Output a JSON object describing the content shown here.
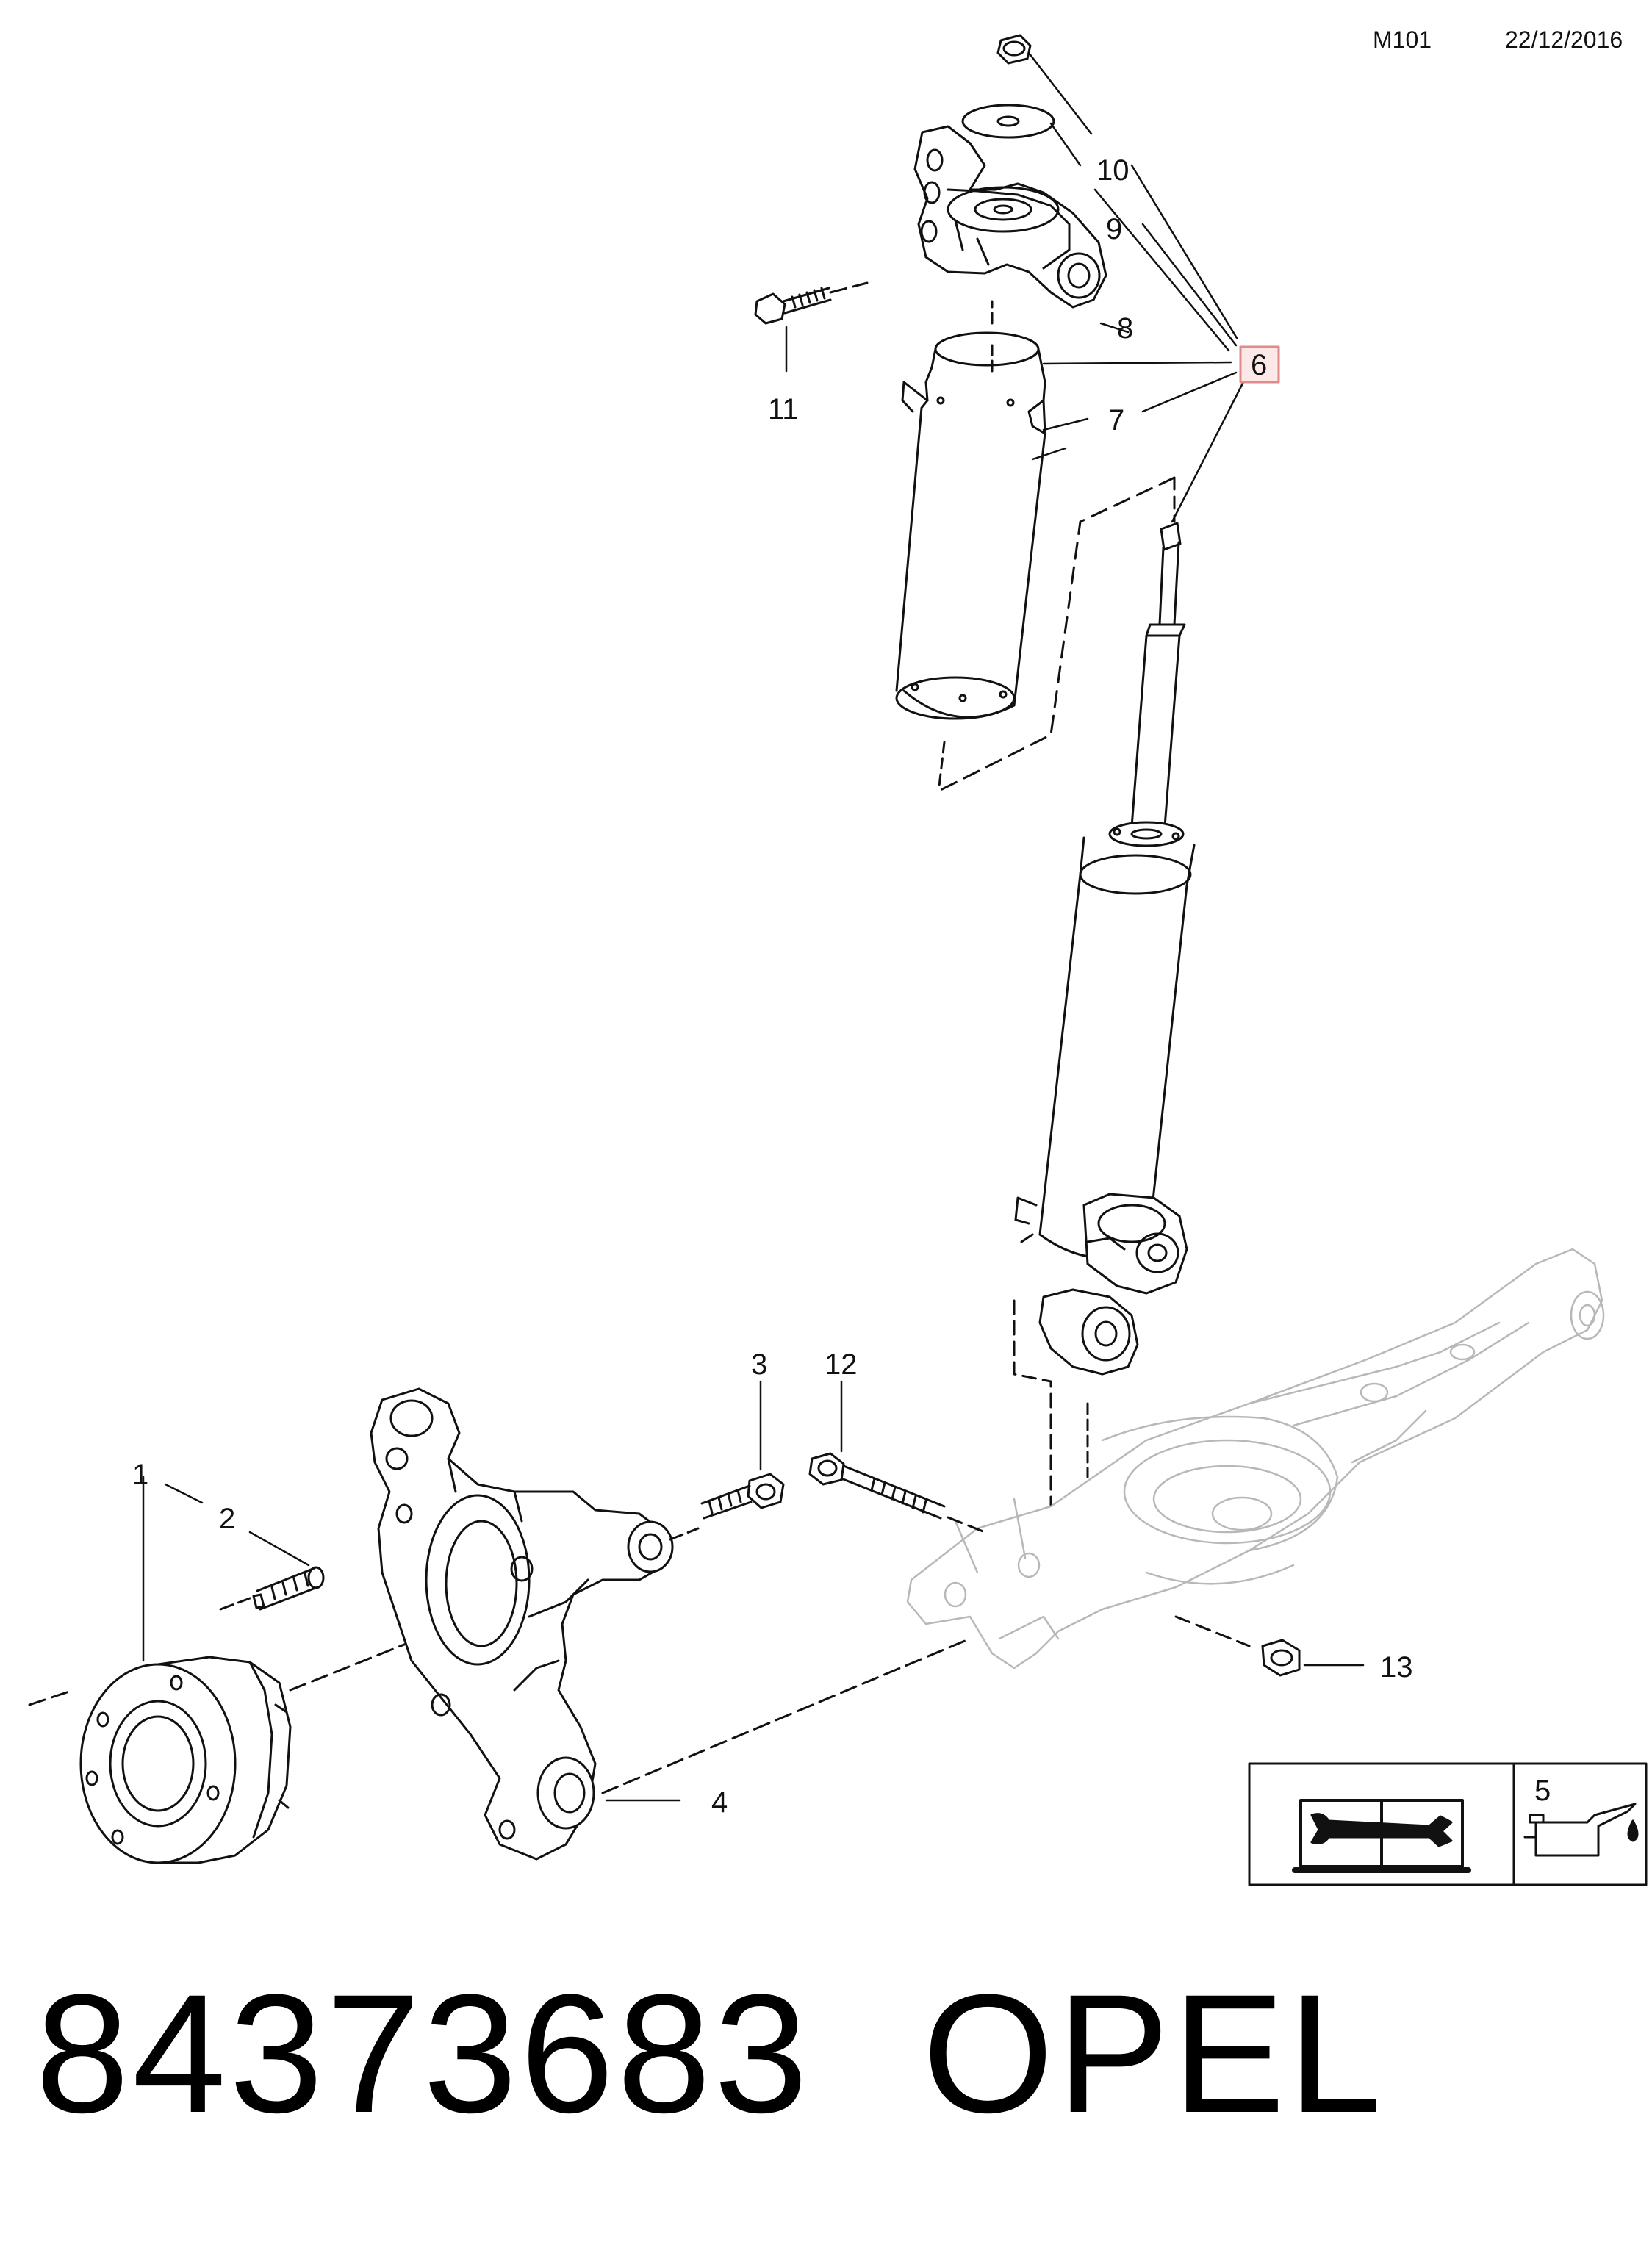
{
  "header": {
    "page_code": "M101",
    "date": "22/12/2016"
  },
  "callouts": [
    {
      "id": "c1",
      "label": "1"
    },
    {
      "id": "c2",
      "label": "2"
    },
    {
      "id": "c3",
      "label": "3"
    },
    {
      "id": "c4",
      "label": "4"
    },
    {
      "id": "c5",
      "label": "5"
    },
    {
      "id": "c6",
      "label": "6",
      "highlighted": true,
      "highlight_color": "#e08a8a"
    },
    {
      "id": "c7",
      "label": "7"
    },
    {
      "id": "c8",
      "label": "8"
    },
    {
      "id": "c9",
      "label": "9"
    },
    {
      "id": "c10",
      "label": "10"
    },
    {
      "id": "c11",
      "label": "11"
    },
    {
      "id": "c12",
      "label": "12"
    },
    {
      "id": "c13",
      "label": "13"
    }
  ],
  "icons": [
    "manual-wrench-icon",
    "oil-can-icon"
  ],
  "footer": {
    "part_number": "84373683",
    "brand": "OPEL"
  },
  "colors": {
    "line": "#111111",
    "highlight_border": "#e08a8a",
    "highlight_fill": "#fde8e8"
  }
}
